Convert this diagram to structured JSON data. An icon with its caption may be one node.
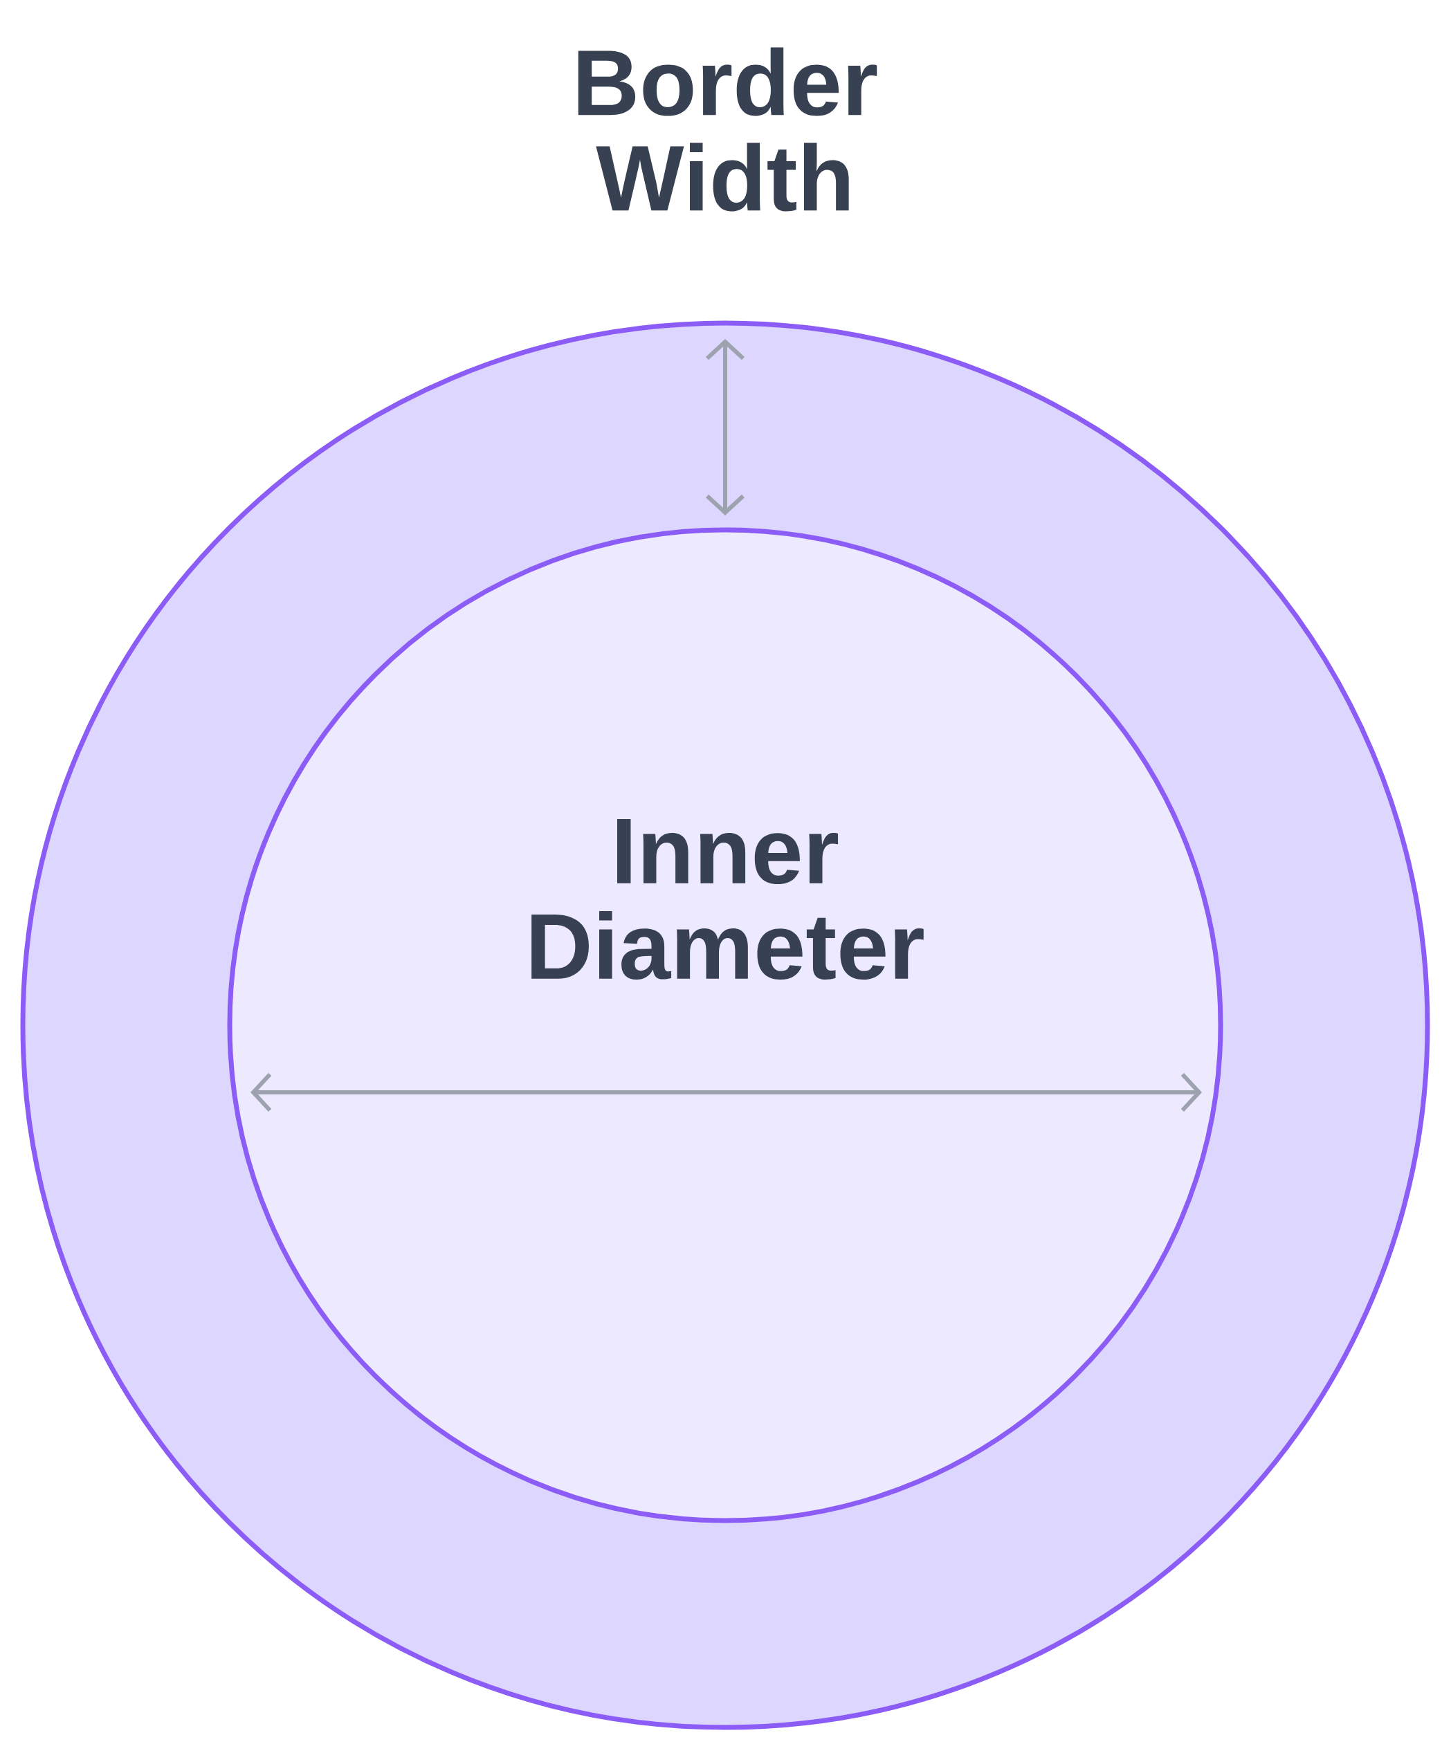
{
  "diagram": {
    "nodes": [
      {
        "text": [],
        "shape": "circle"
      },
      {
        "text": [
          "Inner Diameter"
        ],
        "in": 0
      }
    ],
    "labels": [
      "Border Width"
    ]
  }
}
